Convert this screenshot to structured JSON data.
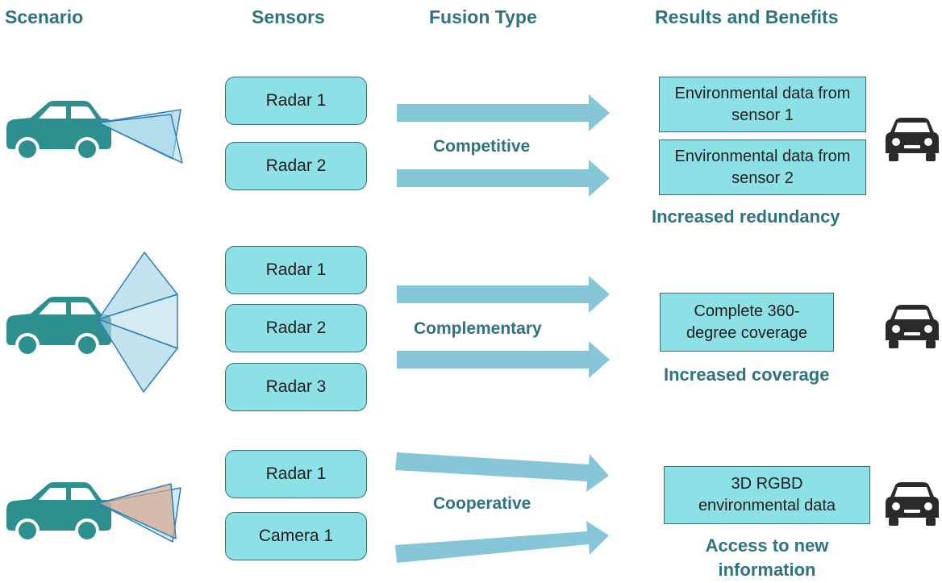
{
  "headers": {
    "scenario": "Scenario",
    "sensors": "Sensors",
    "fusion_type": "Fusion Type",
    "results": "Results and Benefits"
  },
  "rows": [
    {
      "sensors": [
        "Radar 1",
        "Radar 2"
      ],
      "fusion_type": "Competitive",
      "results": [
        "Environmental data from sensor 1",
        "Environmental data from sensor 2"
      ],
      "benefit": "Increased redundancy"
    },
    {
      "sensors": [
        "Radar 1",
        "Radar 2",
        "Radar 3"
      ],
      "fusion_type": "Complementary",
      "results": [
        "Complete 360-degree coverage"
      ],
      "benefit": "Increased coverage"
    },
    {
      "sensors": [
        "Radar 1",
        "Camera 1"
      ],
      "fusion_type": "Cooperative",
      "results": [
        "3D RGBD environmental data"
      ],
      "benefit": "Access to new information"
    }
  ],
  "colors": {
    "teal_text": "#2e7480",
    "box_fill": "#8de0e6",
    "box_border": "#3a6d7a",
    "arrow": "#86c6d8",
    "car_teal": "#2e8f8f",
    "car_dark": "#2a2a2a",
    "beam_fill": "#a9d8e8",
    "beam_stroke": "#2f7fb5",
    "camera_fill": "#d7a68f"
  },
  "icons": [
    "car-icon",
    "radar-beam-icon",
    "camera-beam-icon",
    "arrow-icon",
    "car-front-icon"
  ]
}
